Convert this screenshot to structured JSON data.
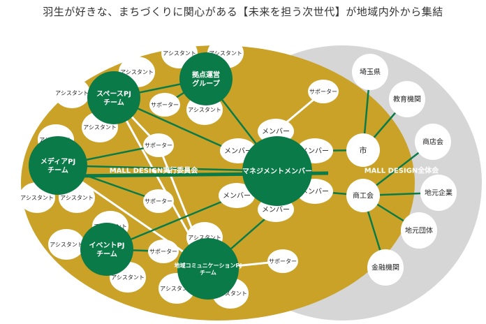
{
  "title": "羽生が好きな、まちづくりに関心がある【未来を担う次世代】が地域内外から集結",
  "regions": {
    "inner": "MALL DESIGN実行委員会",
    "outer": "MALL DESIGN全体会"
  },
  "colors": {
    "gold": "#C9A227",
    "green": "#0A7A48",
    "gray": "#D6D6D6",
    "white": "#FFFFFF"
  },
  "teams": {
    "space": "スペースPJ\nチーム",
    "hub": "拠点運営\nグループ",
    "media": "メディアPJ\nチーム",
    "event": "イベントPJ\nチーム",
    "community": "地域コミュニケーションPJ\nチーム",
    "management": "マネジメントメンバー"
  },
  "labels": {
    "assistant": "アシスタント",
    "supporter": "サポーター",
    "member": "メンバー"
  },
  "partners": {
    "city": "市",
    "chamber": "商工会",
    "saitama": "埼玉県",
    "education": "教育機関",
    "shopkai": "商店会",
    "local_company": "地元企業",
    "local_group": "地元団体",
    "finance": "金融機関"
  }
}
